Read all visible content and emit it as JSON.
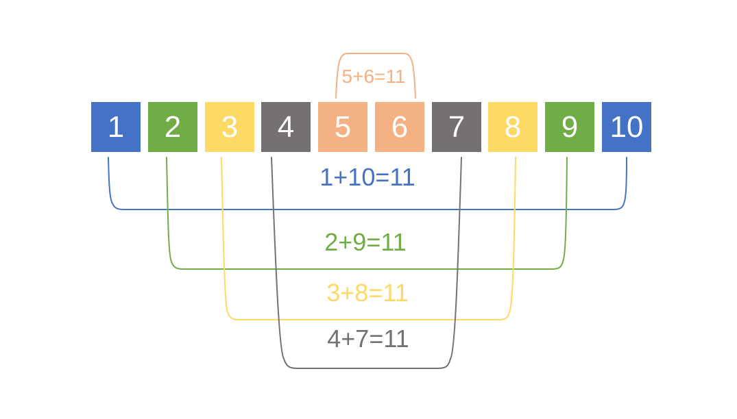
{
  "palette": {
    "blue": "#4472C4",
    "green": "#70AD47",
    "yellow": "#FFD966",
    "gray": "#767171",
    "orange": "#F4B183",
    "box_number_text": "#FFFFFF",
    "background": "#FFFFFF"
  },
  "boxes": [
    {
      "value": "1",
      "color": "#4472C4"
    },
    {
      "value": "2",
      "color": "#70AD47"
    },
    {
      "value": "3",
      "color": "#FFD966"
    },
    {
      "value": "4",
      "color": "#767171"
    },
    {
      "value": "5",
      "color": "#F4B183"
    },
    {
      "value": "6",
      "color": "#F4B183"
    },
    {
      "value": "7",
      "color": "#767171"
    },
    {
      "value": "8",
      "color": "#FFD966"
    },
    {
      "value": "9",
      "color": "#70AD47"
    },
    {
      "value": "10",
      "color": "#4472C4"
    }
  ],
  "pair_labels": {
    "pair_5_6": {
      "text": "5+6=11",
      "color": "#F4B183"
    },
    "pair_1_10": {
      "text": "1+10=11",
      "color": "#4472C4"
    },
    "pair_2_9": {
      "text": "2+9=11",
      "color": "#70AD47"
    },
    "pair_3_8": {
      "text": "3+8=11",
      "color": "#FFD966"
    },
    "pair_4_7": {
      "text": "4+7=11",
      "color": "#767171"
    }
  }
}
